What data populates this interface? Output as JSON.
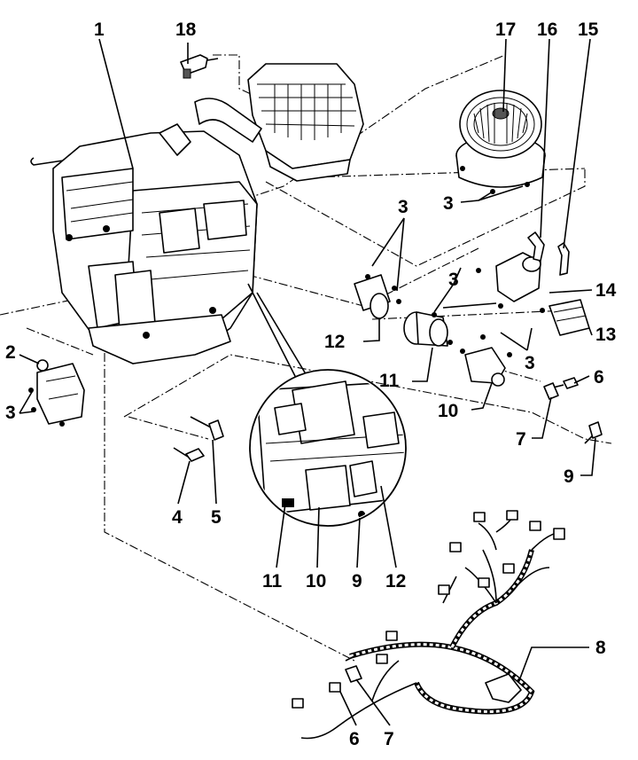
{
  "callouts": {
    "c1": "1",
    "c2": "2",
    "c3a": "3",
    "c3b": "3",
    "c3c": "3",
    "c3d": "3",
    "c3e": "3",
    "c4": "4",
    "c5": "5",
    "c6a": "6",
    "c6b": "6",
    "c7a": "7",
    "c7b": "7",
    "c8": "8",
    "c9a": "9",
    "c9b": "9",
    "c10a": "10",
    "c10b": "10",
    "c11a": "11",
    "c11b": "11",
    "c12a": "12",
    "c12b": "12",
    "c13": "13",
    "c14": "14",
    "c15": "15",
    "c16": "16",
    "c17": "17",
    "c18": "18"
  }
}
